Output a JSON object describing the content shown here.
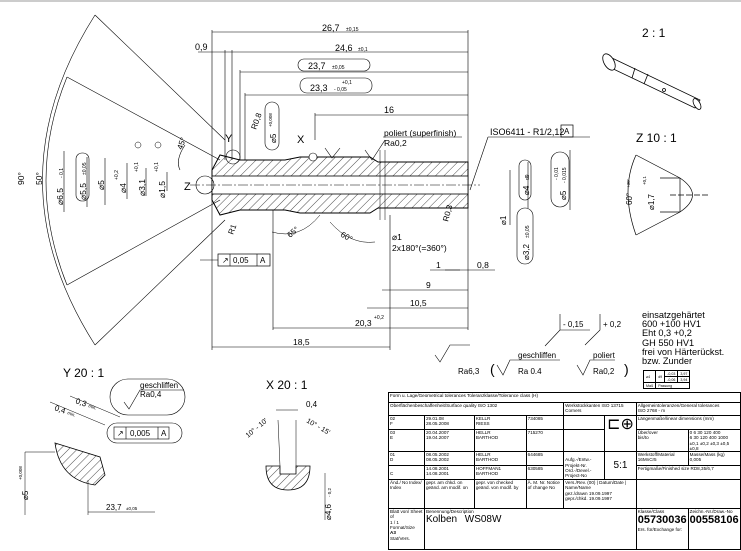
{
  "drawing": {
    "part_name": "Kolben",
    "part_code": "WS08W",
    "class_no": "05730036",
    "drawing_no": "00558106",
    "scale": "5:1",
    "material": "16MnCr5",
    "mass": "0,005"
  },
  "views": {
    "iso_view_label": "2 : 1",
    "detail_z_label": "Z 10 : 1",
    "detail_y_label": "Y 20 : 1",
    "detail_x_label": "X 20 : 1",
    "marker_y": "Y",
    "marker_x": "X",
    "marker_z": "Z"
  },
  "dimensions": {
    "d_26_7": "26,7",
    "d_26_7_tol": "±0,15",
    "d_24_6": "24,6",
    "d_24_6_tol": "±0,1",
    "d_23_7": "23,7",
    "d_23_7_tol": "±0,05",
    "d_23_3": "23,3",
    "d_23_3_tol_up": "+0,1",
    "d_23_3_tol_low": "- 0,05",
    "d_0_9": "0,9",
    "d_16": "16",
    "d_9": "9",
    "d_10_5": "10,5",
    "d_20_3": "20,3",
    "d_20_3_tol": "+0,2",
    "d_18_5": "18,5",
    "d_1": "1",
    "d_0_8": "0,8",
    "r_0_8": "R0,8",
    "r_1": "R1",
    "r_0_3": "R0,3",
    "dia_5_top": "⌀5",
    "dia_5_top_tol": "+0,008",
    "dia_6_5": "⌀6,5",
    "dia_6_5_tol": "- 0,1",
    "dia_5_5": "⌀5,5",
    "dia_5_5_tol": "±0,05",
    "dia_5": "⌀5",
    "dia_4": "⌀4",
    "dia_4_tol": "+0,2",
    "dia_3_1": "⌀3,1",
    "dia_3_1_tol": "+0,1",
    "dia_1_5": "⌀1,5",
    "dia_1_5_tol": "+0,1",
    "dia_4_right": "⌀4",
    "dia_4_right_tol": "d9",
    "dia_5_right": "⌀5",
    "dia_5_right_tol_up": "- 0,01",
    "dia_5_right_tol_low": "- 0,015",
    "dia_1": "⌀1",
    "dia_3_2": "⌀3,2",
    "dia_3_2_tol": "±0,05",
    "hole_dia": "⌀1",
    "hole_note": "2x180°(=360°)",
    "angle_90": "90°",
    "angle_50": "50°",
    "angle_45": "45°",
    "angle_65": "65°",
    "angle_60": "60°",
    "z_angle": "60°",
    "z_angle_tol": "+30'",
    "z_dia": "⌀1,7",
    "z_dia_tol": "+0,1",
    "y_0_3": "0,3",
    "y_0_3_suffix": "min.",
    "y_0_4": "0,4",
    "y_0_4_suffix": "min.",
    "y_dia_5": "⌀5",
    "y_dia_5_tol": "+0,008",
    "y_23_7": "23,7",
    "y_23_7_tol": "±0,05",
    "x_0_4": "0,4",
    "x_angle_left": "10° - 10'",
    "x_angle_right": "10° - 15'",
    "x_dia": "⌀4,6",
    "x_dia_tol": "- 0,2",
    "circled_1": "1",
    "circled_2": "1"
  },
  "annotations": {
    "thread_spec": "ISO6411 -  R1/2,12",
    "datum_a": "A",
    "polish_note": "poliert (superfinish)",
    "polish_ra": "Ra0,2",
    "runout_tol": "0,05",
    "runout_datum": "A",
    "y_ground": "geschliffen",
    "y_ground_ra": "Ra0,4",
    "y_runout_tol": "0,005",
    "y_runout_datum": "A",
    "surface_general": "Ra6,3",
    "surface_ground_label": "geschliffen",
    "surface_ground_ra": "Ra 0.4",
    "surface_polish_label": "poliert",
    "surface_polish_ra": "Ra0,2",
    "edge_minus": "- 0,15",
    "edge_plus": "+ 0,2"
  },
  "notes": [
    "einsatzgehärtet",
    "600 +100 HV1",
    "Eht 0,3 +0,2",
    "GH 550 HV1",
    "frei von Härterückst.",
    "bzw. Zunder"
  ],
  "fit_table": {
    "rows": [
      [
        "⌀4",
        "d9",
        "-0,03",
        "3,97"
      ],
      [
        "",
        "",
        "-0,06",
        "3,94"
      ]
    ],
    "footer": [
      "Maß",
      "Passung"
    ]
  },
  "title_block": {
    "form_tol": "Form u. Lage/Geometrical tolerances  Toleranzklasse/Tolerance class",
    "form_tol_class": "H",
    "surface_quality": "Oberflächenbeschaffenheit/Surface quality ISO 1302",
    "edges": "Werkstückkanten  ISO 13715",
    "edges_sub": "Corners",
    "general_tol": "Allgemeintoleranzen/General tolerances",
    "general_tol_std": "ISO 2768 - m",
    "linear_dims": "Längenmaße/linear dimensions (mm)",
    "over_label": "Über/over",
    "to_label": "bis/to",
    "ranges_from": [
      "0",
      "6",
      "30",
      "120",
      "400"
    ],
    "ranges_to": [
      "6",
      "30",
      "120",
      "400",
      "1000"
    ],
    "ranges_tol": [
      "±0,1",
      "±0,2",
      "±0,3",
      "±0,5",
      "±0,8"
    ],
    "revisions": [
      {
        "idx": "02",
        "idx2": "F",
        "date1": "29.01.08",
        "date2": "28.05.2008",
        "by1": "KELLR",
        "by2": "RIESS",
        "change": "734085"
      },
      {
        "idx": "03",
        "idx2": "E",
        "date1": "20.04.2007",
        "date2": "19.04.2007",
        "by1": "HELLR",
        "by2": "BARTHOD",
        "change": "715270"
      },
      {
        "idx": "01",
        "idx2": "D",
        "date1": "08.05.2002",
        "date2": "08.05.2002",
        "by1": "HELLR",
        "by2": "BARTHOD",
        "change": "644685"
      },
      {
        "idx": "",
        "idx2": "C",
        "date1": "14.08.2001",
        "date2": "14.08.2001",
        "by1": "HOFFMAN1",
        "by2": "BARTHOD",
        "change": "630585"
      }
    ],
    "rev_headers": [
      "Änd./ No Index/ Index",
      "gepr. am chkd. on geänd. am modif. on",
      "gepr. von checked geänd. von modif. by",
      "Ä. M. Nr. Notice of change No"
    ],
    "project": "Aufg.-/Entw.-Projekt-Nr.",
    "project_en": "Ord.-/Devel.-Project-No",
    "scale_label": "Scale",
    "material_label": "Werkstoff/Material",
    "mass_label": "Masse/Mass (kg)",
    "finished_size": "Fertigmaße/Finished size  RD8,35/6,7",
    "version_label": "Vers./Rev.  (00)",
    "date_label": "Datum/Date",
    "name_label": "Name/Name",
    "drawn_label": "gez./drawn",
    "drawn_date": "19.09.1997",
    "checked_label": "gepr./chkd.",
    "checked_date": "19.09.1997",
    "sheet_label": "Blatt von/ Sheet of",
    "sheet_value": "1 / 1",
    "format_label": "Format/Size",
    "format_value": "A3",
    "status_label": "Stat/Vers.",
    "description_label": "Benennung/Description",
    "class_label": "Klasse/Class",
    "drawing_no_label": "Zeichn.-Nr./Draw.-No",
    "exchange_label": "Ers. für/Exchange for:"
  }
}
